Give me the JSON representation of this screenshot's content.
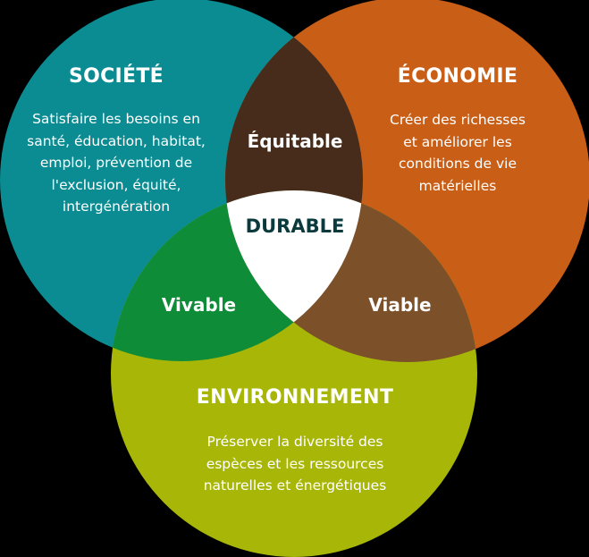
{
  "diagram": {
    "type": "venn-3",
    "colors": {
      "societe": "#0a8c92",
      "economie": "#c95e17",
      "environnement": "#a8b707",
      "equitable": "#472c1c",
      "vivable": "#0f8c38",
      "viable": "#7c5029",
      "durable": "#ffffff",
      "durable_text": "#0a3a3c",
      "background": "#000000"
    },
    "sets": [
      {
        "id": "societe",
        "title": "SOCIÉTÉ",
        "description_lines": [
          "Satisfaire les besoins en",
          "santé, éducation, habitat,",
          "emploi, prévention de",
          "l'exclusion, équité,",
          "intergénération"
        ]
      },
      {
        "id": "economie",
        "title": "ÉCONOMIE",
        "description_lines": [
          "Créer des richesses",
          "et améliorer les",
          "conditions de vie",
          "matérielles"
        ]
      },
      {
        "id": "environnement",
        "title": "ENVIRONNEMENT",
        "description_lines": [
          "Préserver la diversité des",
          "espèces et les ressources",
          "naturelles et énergétiques"
        ]
      }
    ],
    "intersections": {
      "societe_economie": "Équitable",
      "societe_environnement": "Vivable",
      "economie_environnement": "Viable",
      "all": "DURABLE"
    }
  }
}
